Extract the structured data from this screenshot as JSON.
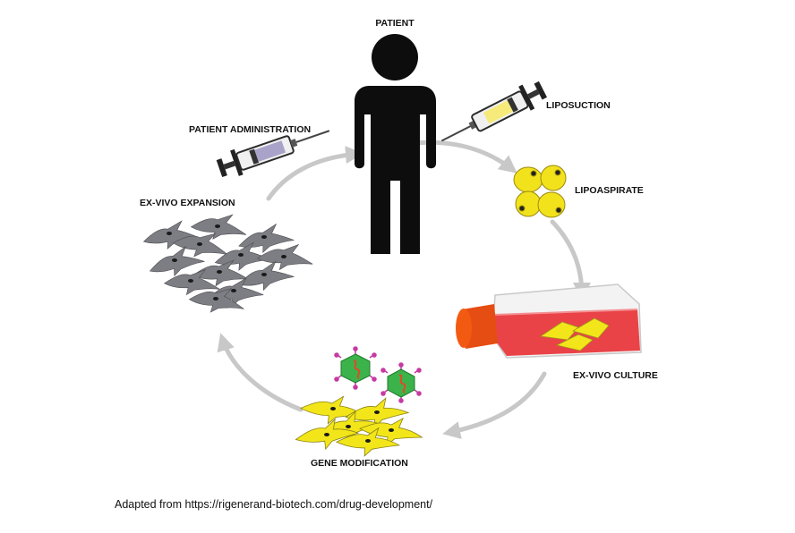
{
  "labels": {
    "patient": "PATIENT",
    "liposuction": "LIPOSUCTION",
    "lipoaspirate": "LIPOASPIRATE",
    "ex_vivo_culture": "EX-VIVO CULTURE",
    "gene_modification": "GENE MODIFICATION",
    "ex_vivo_expansion": "EX-VIVO EXPANSION",
    "patient_administration": "PATIENT ADMINISTRATION"
  },
  "caption": "Adapted from https://rigenerand-biotech.com/drug-development/",
  "icons": [
    "patient-icon",
    "syringe-icon",
    "fat-cells-icon",
    "culture-flask-icon",
    "virus-icon",
    "cell-icon"
  ],
  "colors": {
    "arrow": "#c8c8c8",
    "patient": "#0d0d0d",
    "fat_cell": "#f2e21c",
    "culture_medium": "#e8343a",
    "flask_cap": "#f25a12",
    "modified_cell": "#f2e61a",
    "expanded_cell": "#7d7d84",
    "virus": "#3bb34a",
    "virus_spike": "#c63aa3",
    "syringe_liquid": "#f6ea7a",
    "syringe_admin_liquid": "#aaa3c9"
  }
}
